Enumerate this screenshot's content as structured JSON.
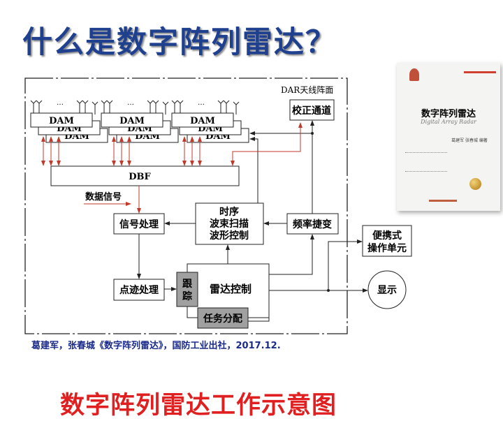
{
  "title": "什么是数字阵列雷达？",
  "diagram": {
    "array_label": "DAR天线阵面",
    "dam_label": "DAM",
    "ellipsis": "…",
    "dbf": "DBF",
    "calibration": "校正通道",
    "data_signal": "数据信号",
    "signal_processing": "信号处理",
    "timing_lines": [
      "时序",
      "波束扫描",
      "波形控制"
    ],
    "freq_agility": "频率捷变",
    "plot_processing": "点迹处理",
    "tracking_lines": [
      "跟",
      "踪"
    ],
    "radar_control": "雷达控制",
    "task_allocation": "任务分配",
    "portable_lines": [
      "便携式",
      "操作单元"
    ],
    "display": "显示",
    "colors": {
      "line": "#222222",
      "signal": "#c0392b",
      "gray_box": "#a0a0a0"
    }
  },
  "book": {
    "title": "数字阵列雷达",
    "subtitle": "Digital Array Radar",
    "authors": "葛建军 张春城 编著"
  },
  "citation": "葛建军，张春城《数字阵列雷达》，国防工业出社，2017.12.",
  "caption": "数字阵列雷达工作示意图"
}
